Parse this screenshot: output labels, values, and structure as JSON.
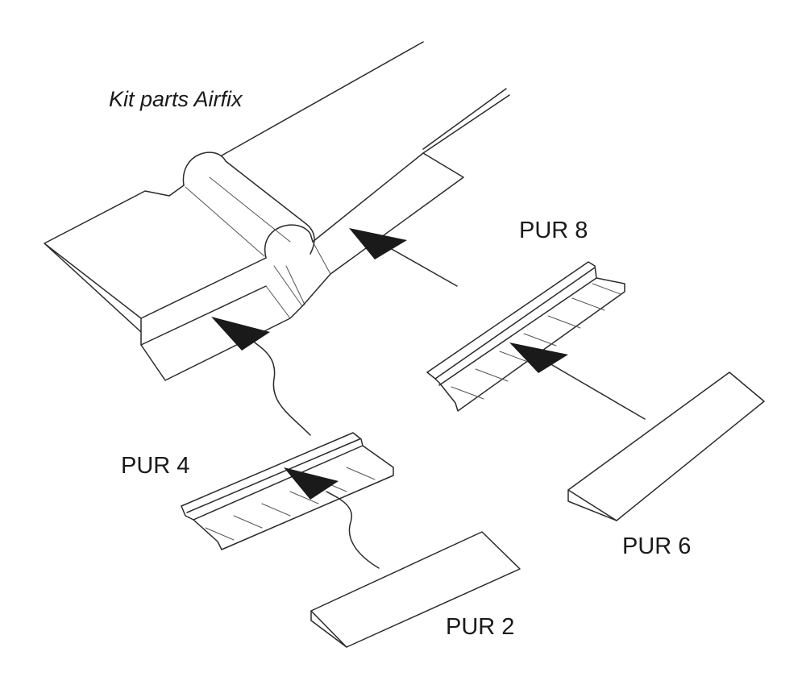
{
  "title": "Kit parts Airfix",
  "labels": {
    "pur8": "PUR 8",
    "pur4": "PUR 4",
    "pur6": "PUR 6",
    "pur2": "PUR 2"
  },
  "colors": {
    "line": "#2b2b2b",
    "arrow": "#1a1a1a",
    "background": "#ffffff"
  }
}
